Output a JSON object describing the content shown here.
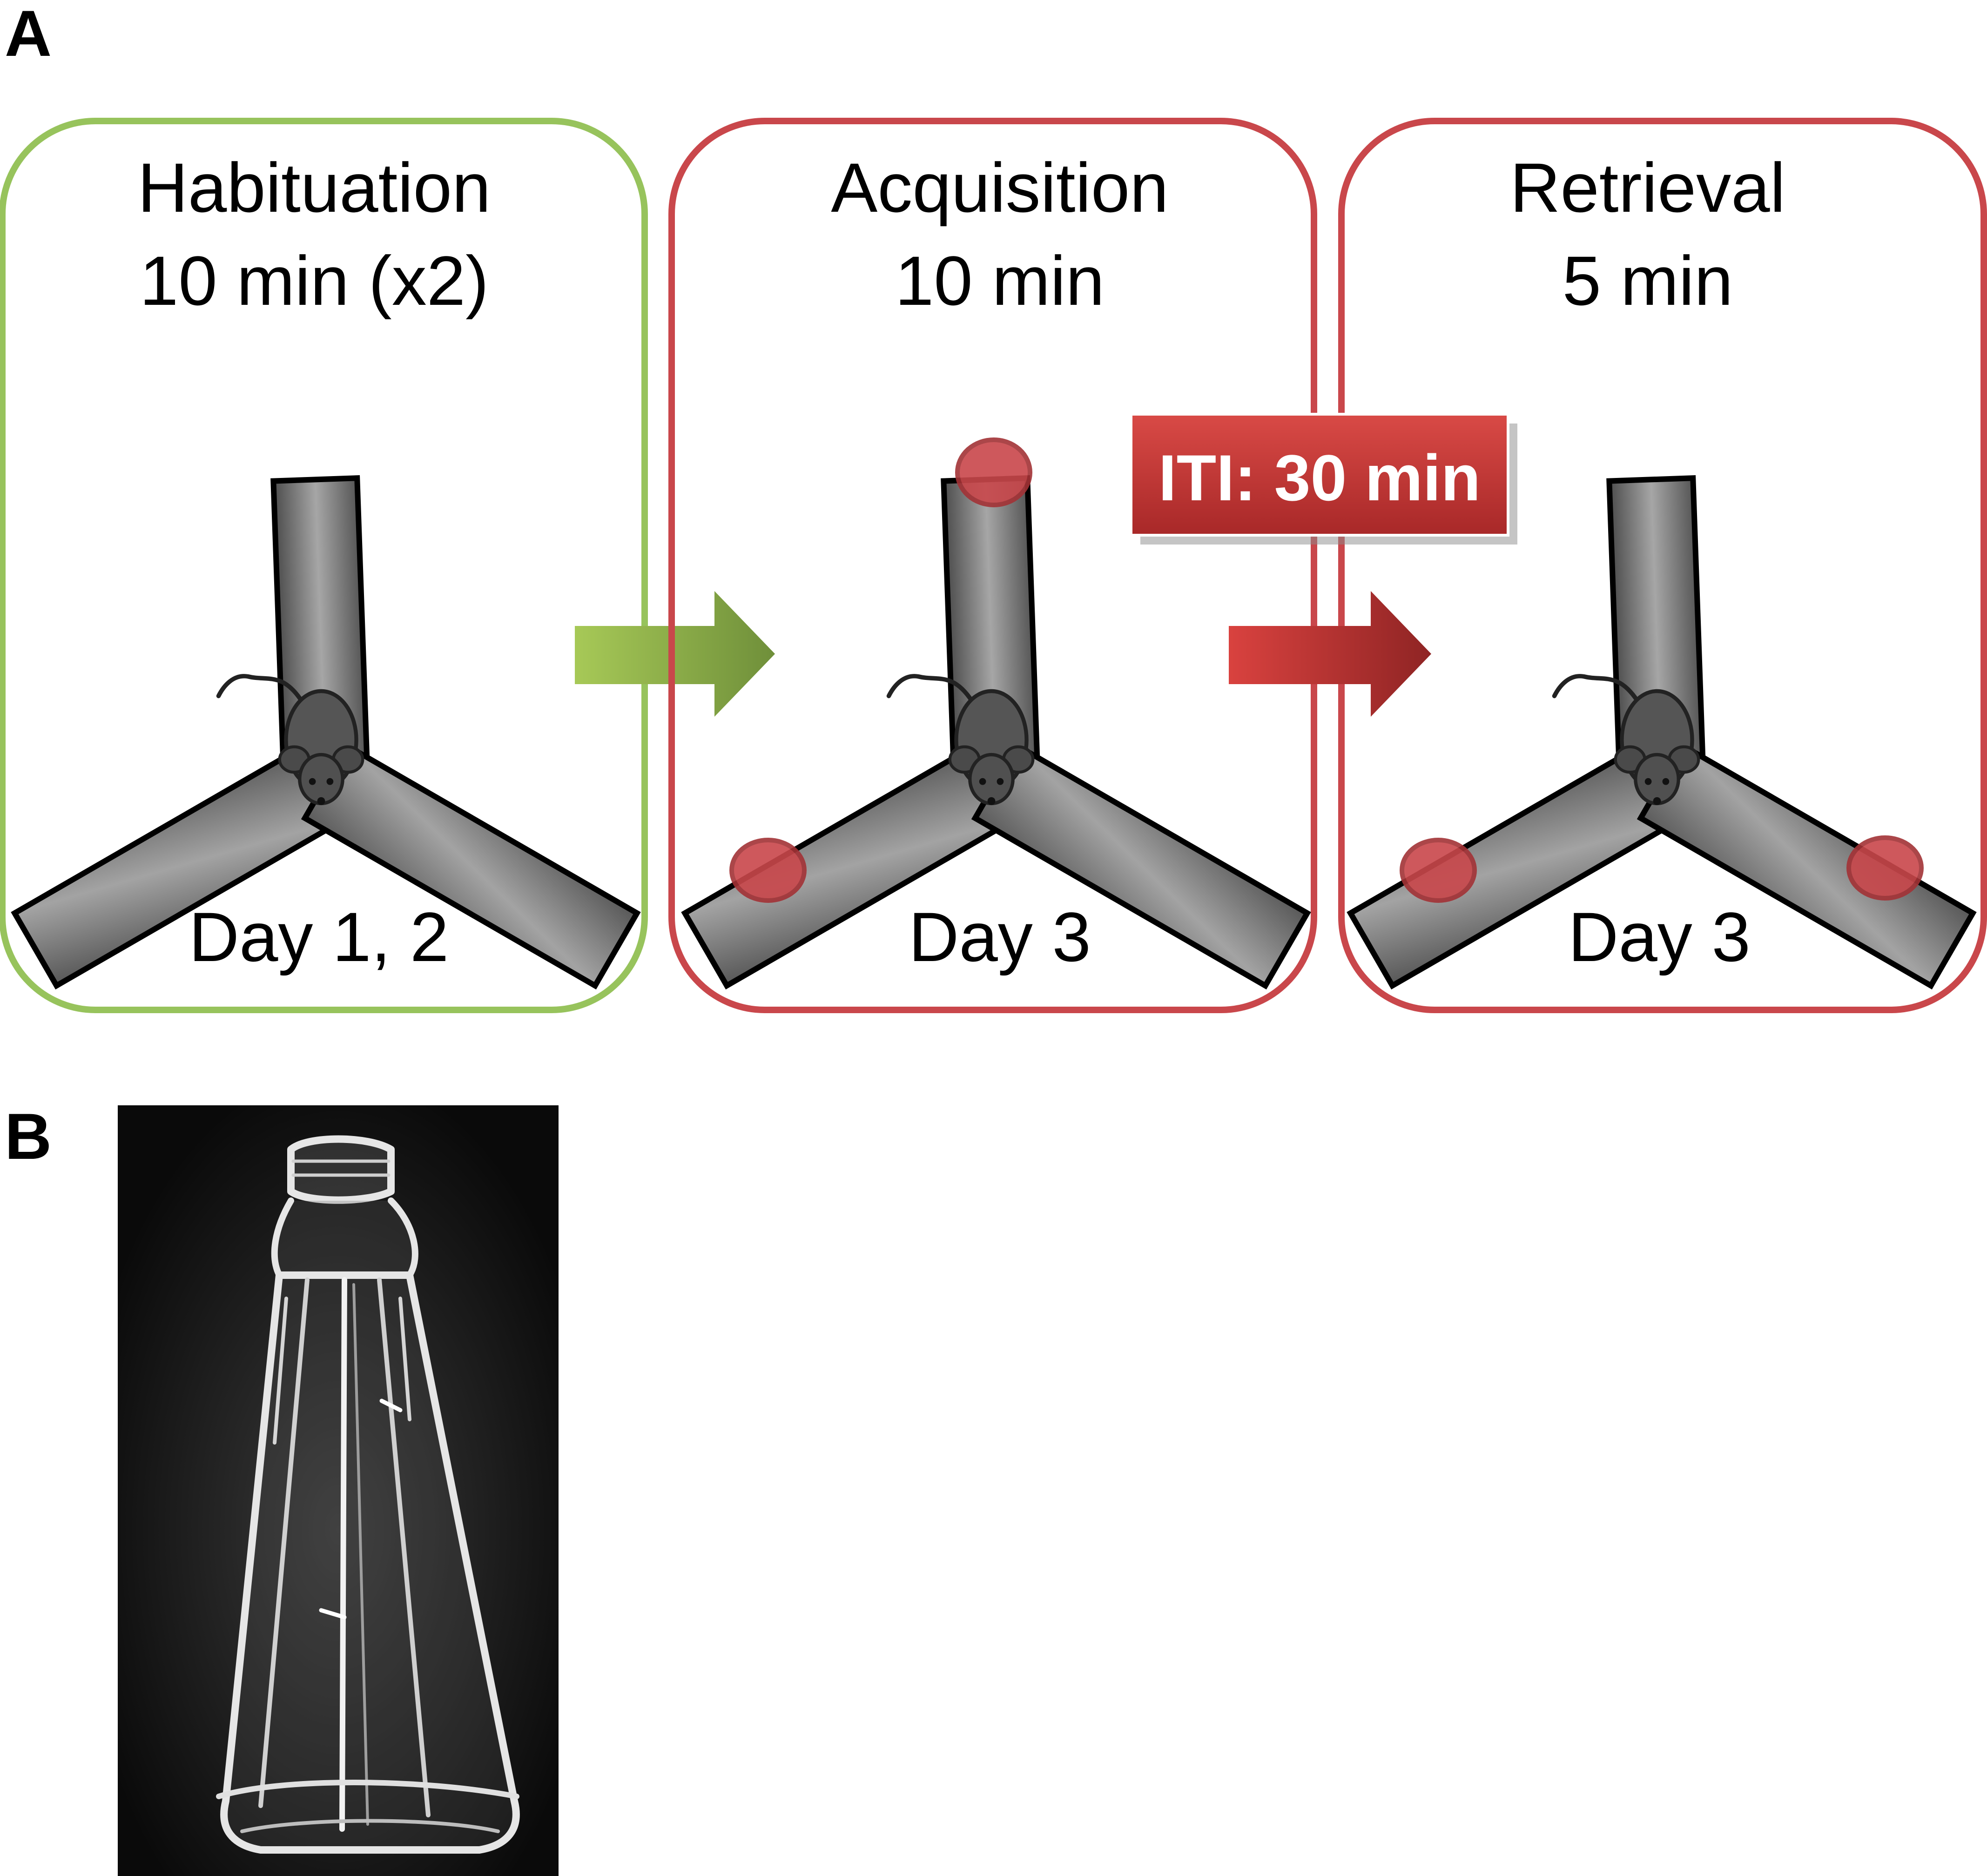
{
  "panel_a": {
    "letter": "A",
    "colors": {
      "habituation_border": "#97c35c",
      "test_border": "#c9474b",
      "object_fill": "#c9474b"
    },
    "stages": [
      {
        "title": "Habituation",
        "duration": "10 min (x2)",
        "day": "Day 1, 2",
        "objects": []
      },
      {
        "title": "Acquisition",
        "duration": "10 min",
        "day": "Day 3",
        "objects": [
          "top-arm",
          "left-arm"
        ]
      },
      {
        "title": "Retrieval",
        "duration": "5 min",
        "day": "Day 3",
        "objects": [
          "left-arm",
          "right-arm"
        ]
      }
    ],
    "iti_label": "ITI: 30 min",
    "icons": [
      "y-maze-icon",
      "mouse-icon",
      "green-arrow-icon",
      "red-arrow-icon"
    ]
  },
  "panel_b": {
    "letter": "B",
    "photo_subject": "bottle-icon"
  }
}
